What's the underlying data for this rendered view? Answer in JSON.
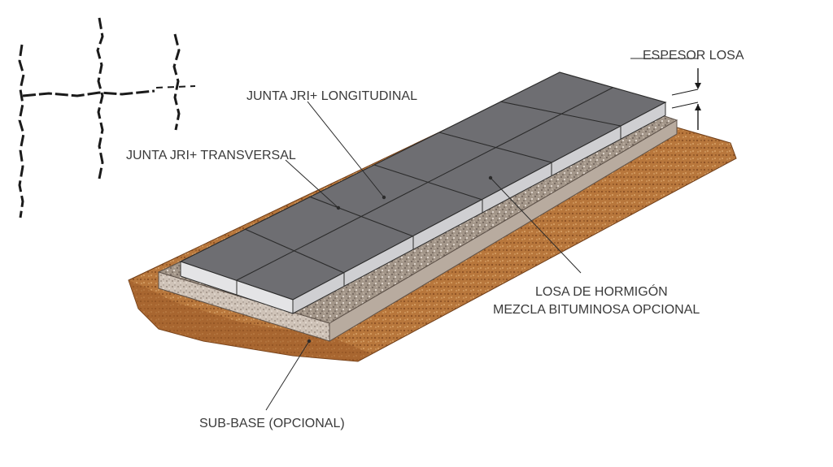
{
  "labels": {
    "espesor_losa": "ESPESOR LOSA",
    "junta_longitudinal": "JUNTA JRI+ LONGITUDINAL",
    "junta_transversal": "JUNTA JRI+ TRANSVERSAL",
    "losa_hormigon": "LOSA DE HORMIGÓN",
    "mezcla_bituminosa": "MEZCLA BITUMINOSA OPCIONAL",
    "sub_base": "SUB-BASE (OPCIONAL)"
  },
  "colors": {
    "slab_top": "#6e6e72",
    "slab_side": "#dcdcde",
    "gravel": "#9c8f84",
    "gravel_side": "#c9bdb2",
    "soil": "#b7743a",
    "soil_dark": "#8a4f22",
    "line": "#2b2b2b",
    "text": "#3a3a3a"
  },
  "icons": {
    "joint_plan_symbol": "joint-grid-icon"
  }
}
